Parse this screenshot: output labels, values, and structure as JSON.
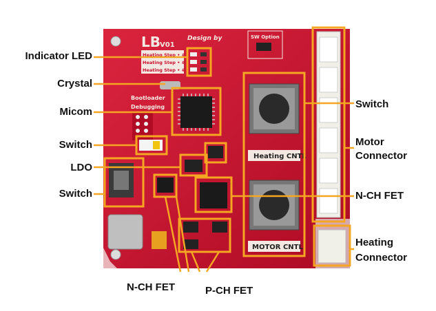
{
  "annotations": {
    "indicator_led": "Indicator LED",
    "crystal": "Crystal",
    "micom": "Micom",
    "switch_left": "Switch",
    "ldo": "LDO",
    "switch_left_lower": "Switch",
    "switch_right": "Switch",
    "motor_connector_l1": "Motor",
    "motor_connector_l2": "Connector",
    "nch_fet_right": "N-CH FET",
    "heating_connector_l1": "Heating",
    "heating_connector_l2": "Connector",
    "nch_fet_bottom": "N-CH FET",
    "pch_fet_bottom": "P-CH FET"
  },
  "board": {
    "title": "LB",
    "version": "V01",
    "design_by": "Design by",
    "sw_option": "SW Option",
    "heating_step_3": "Heating Step • #3",
    "heating_step_2": "Heating Step • #2",
    "heating_step_1": "Heating Step • #1",
    "bootloader": "Bootloader",
    "debugging": "Debugging",
    "heating_cntl": "Heating CNTL",
    "motor_cntl": "MOTOR CNTL"
  },
  "colors": {
    "pcb": "#c8102e",
    "highlight": "#f5a623",
    "pointer": "#f5a623"
  }
}
